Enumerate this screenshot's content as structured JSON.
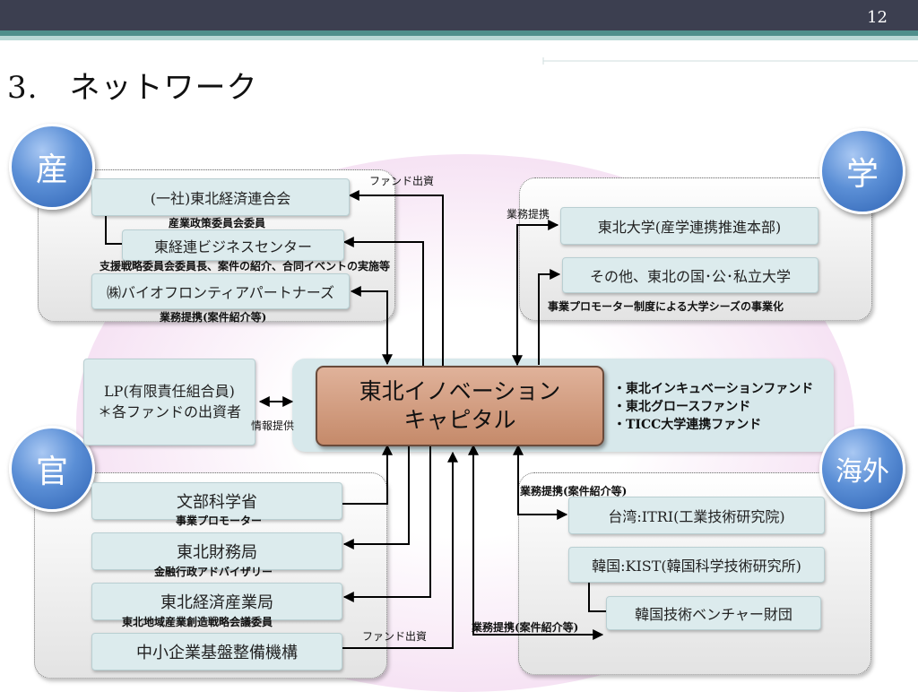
{
  "page_number": "12",
  "title": "3.　ネットワーク",
  "categories": {
    "industry": "産",
    "academia": "学",
    "government": "官",
    "overseas": "海外"
  },
  "center": {
    "line1": "東北イノベーション",
    "line2": "キャピタル",
    "funds": [
      "・東北インキュベーションファンド",
      "・東北グロースファンド",
      "・TICC大学連携ファンド"
    ]
  },
  "lp": {
    "line1": "LP(有限責任組合員)",
    "line2": "＊各ファンドの出資者",
    "relation": "情報提供"
  },
  "industry": {
    "items": [
      {
        "name": "(一社)東北経済連合会",
        "note": "産業政策委員会委員"
      },
      {
        "name": "東経連ビジネスセンター",
        "note": "支援戦略委員会委員長、案件の紹介、合同イベントの実施等"
      },
      {
        "name": "㈱バイオフロンティアパートナーズ",
        "note": "業務提携(案件紹介等)"
      }
    ],
    "relation": "ファンド出資"
  },
  "academia": {
    "relation": "業務提携",
    "items": [
      {
        "name": "東北大学(産学連携推進本部)"
      },
      {
        "name": "その他、東北の国･公･私立大学"
      }
    ],
    "note": "事業プロモーター制度による大学シーズの事業化"
  },
  "government": {
    "items": [
      {
        "name": "文部科学省",
        "note": "事業プロモーター"
      },
      {
        "name": "東北財務局",
        "note": "金融行政アドバイザリー"
      },
      {
        "name": "東北経済産業局",
        "note": "東北地域産業創造戦略会議委員"
      },
      {
        "name": "中小企業基盤整備機構",
        "note": ""
      }
    ],
    "relation": "ファンド出資"
  },
  "overseas": {
    "relation_top": "業務提携(案件紹介等)",
    "items": [
      {
        "name": "台湾:ITRI(工業技術研究院)"
      },
      {
        "name": "韓国:KIST(韓国科学技術研究所)"
      },
      {
        "name": "韓国技術ベンチャー財団"
      }
    ],
    "relation_bottom": "業務提携(案件紹介等)"
  },
  "colors": {
    "header": "#3c3f50",
    "accent": "#4f8f8c",
    "box": "#dcebed",
    "center": "#d09c80",
    "circle": "#4a7fcc",
    "halo": "#f5e6f3"
  }
}
